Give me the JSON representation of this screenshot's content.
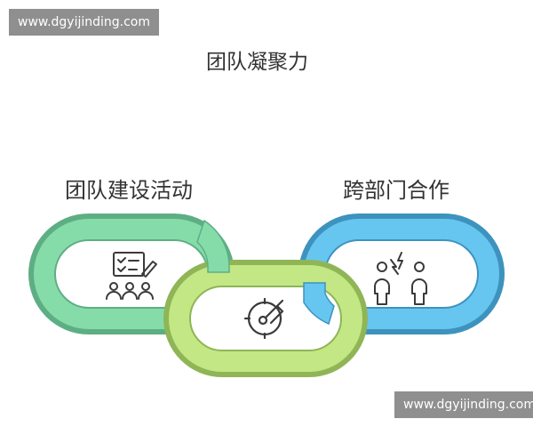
{
  "watermark": {
    "top": "www.dgyijinding.com",
    "bottom": "www.dgyijinding.com"
  },
  "diagram": {
    "title": "团队凝聚力",
    "left_link": {
      "label": "团队建设活动",
      "icon": "checklist-team-icon",
      "color": "#7ed9a6"
    },
    "middle_link": {
      "icon": "target-gauge-icon",
      "color": "#b9e27a"
    },
    "right_link": {
      "label": "跨部门合作",
      "icon": "collaboration-people-icon",
      "color": "#5fc0ec"
    }
  }
}
